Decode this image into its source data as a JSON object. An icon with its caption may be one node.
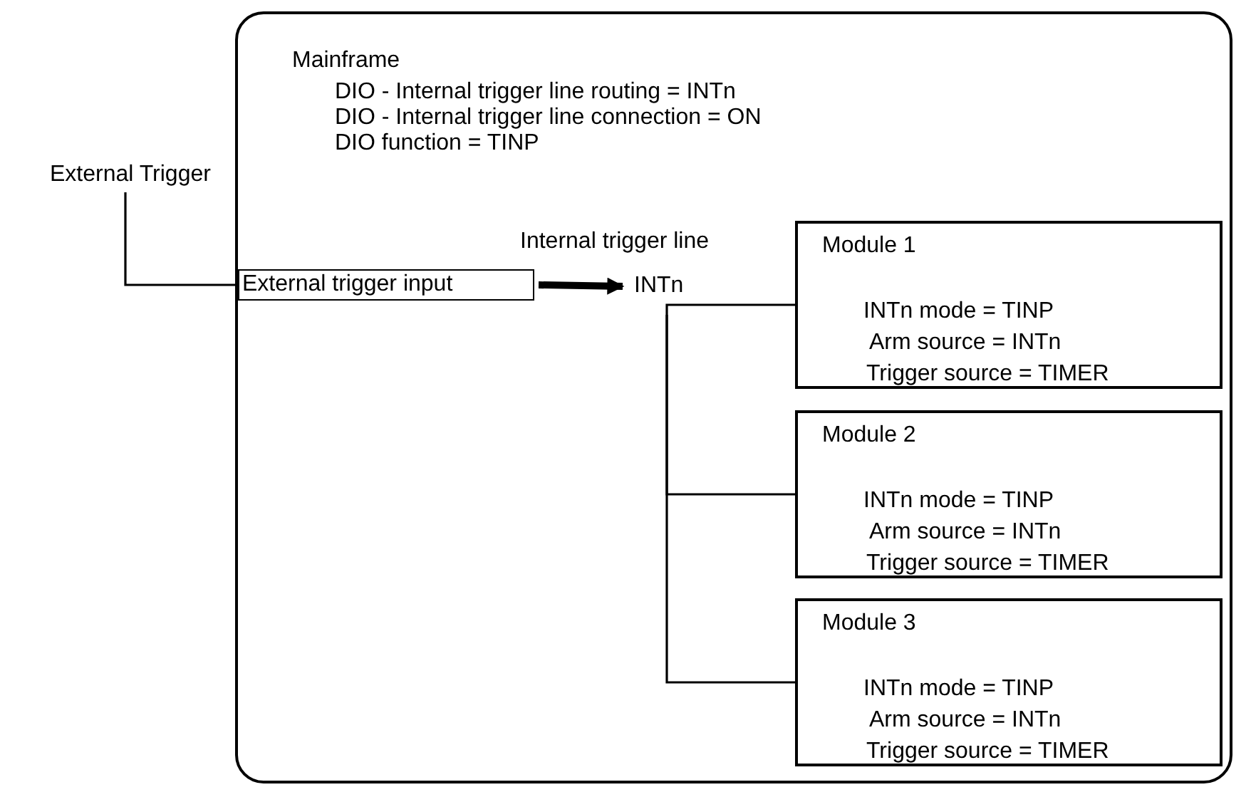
{
  "diagram": {
    "nodes": [
      {
        "text": [
          "Mainframe",
          "DIO - Internal trigger line routing = INTn",
          "DIO - Internal trigger line connection = ON",
          "DIO function = TINP"
        ]
      },
      {
        "text": [
          "External Trigger"
        ]
      },
      {
        "text": [
          "External trigger input"
        ],
        "in": 0
      },
      {
        "text": [
          "INTn"
        ],
        "beside": [
          "Internal trigger line"
        ],
        "in": 0
      },
      {
        "text": [
          "Module 1",
          "INTn mode = TINP",
          "Arm source = INTn",
          "Trigger source = TIMER"
        ],
        "in": 0
      },
      {
        "text": [
          "Module 2",
          "INTn mode = TINP",
          "Arm source = INTn",
          "Trigger source = TIMER"
        ],
        "in": 0
      },
      {
        "text": [
          "Module 3",
          "INTn mode = TINP",
          "Arm source = INTn",
          "Trigger source = TIMER"
        ],
        "in": 0
      }
    ],
    "edges": [
      {
        "from": 1,
        "to": 2,
        "arrow": "none"
      },
      {
        "from": 2,
        "to": 3,
        "arrow": "to",
        "style": "thick"
      },
      {
        "from": 3,
        "to": 4,
        "arrow": "none"
      },
      {
        "from": 3,
        "to": 5,
        "arrow": "none"
      },
      {
        "from": 3,
        "to": 6,
        "arrow": "none"
      }
    ]
  }
}
